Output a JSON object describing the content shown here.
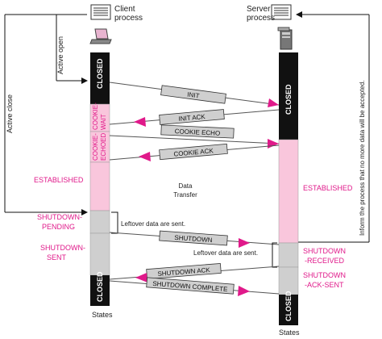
{
  "client": {
    "label_line1": "Client",
    "label_line2": "process"
  },
  "server": {
    "label_line1": "Server",
    "label_line2": "process"
  },
  "actions": {
    "active_open": "Active open",
    "active_close": "Active close",
    "inform": "Inform the process that no more data will be accepted."
  },
  "client_states": {
    "closed": "CLOSED",
    "cookie_wait": [
      "COOKIE-",
      "WAIT"
    ],
    "cookie_echoed": [
      "COOKIE-",
      "ECHOED"
    ],
    "established": "ESTABLISHED",
    "shutdown_pending": [
      "SHUTDOWN-",
      "PENDING"
    ],
    "shutdown_sent": [
      "SHUTDOWN-",
      "SENT"
    ],
    "closed_end": "CLOSED"
  },
  "server_states": {
    "closed": "CLOSED",
    "established": "ESTABLISHED",
    "shutdown_received": [
      "SHUTDOWN",
      "-RECEIVED"
    ],
    "shutdown_ack_sent": [
      "SHUTDOWN",
      "-ACK-SENT"
    ],
    "closed_end": "CLOSED"
  },
  "messages": {
    "init": "INIT",
    "init_ack": "INIT ACK",
    "cookie_echo": "COOKIE ECHO",
    "cookie_ack": "COOKIE ACK",
    "shutdown": "SHUTDOWN",
    "shutdown_ack": "SHUTDOWN ACK",
    "shutdown_complete": "SHUTDOWN COMPLETE"
  },
  "notes": {
    "data_transfer": [
      "Data",
      "Transfer"
    ],
    "leftover_client": "Leftover data are sent.",
    "leftover_server": "Leftover data are sent."
  },
  "footer": {
    "client_states": "States",
    "server_states": "States"
  },
  "colors": {
    "state_text": "#e0198a",
    "arrow": "#e0198a",
    "pink_fill": "#f9c6dc",
    "gray_fill": "#cfcfcf",
    "black": "#111111"
  }
}
